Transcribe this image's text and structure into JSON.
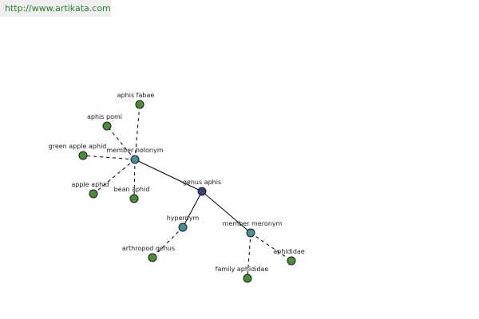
{
  "header": {
    "url": "http://www.artikata.com"
  },
  "colors": {
    "root_node": "#3b3f7a",
    "relation_node": "#4a8f96",
    "leaf_node": "#4c8a3c"
  },
  "graph": {
    "nodes": [
      {
        "id": "genus-aphis",
        "label": "genus aphis",
        "kind": "root"
      },
      {
        "id": "member-holonym",
        "label": "member holonym",
        "kind": "relation"
      },
      {
        "id": "hypernym",
        "label": "hypernym",
        "kind": "relation"
      },
      {
        "id": "member-meronym",
        "label": "member meronym",
        "kind": "relation"
      },
      {
        "id": "aphis-fabae",
        "label": "aphis fabae",
        "kind": "leaf"
      },
      {
        "id": "aphis-pomi",
        "label": "aphis pomi",
        "kind": "leaf"
      },
      {
        "id": "green-apple-aphid",
        "label": "green apple aphid",
        "kind": "leaf"
      },
      {
        "id": "apple-aphid",
        "label": "apple aphid",
        "kind": "leaf"
      },
      {
        "id": "bean-aphid",
        "label": "bean aphid",
        "kind": "leaf"
      },
      {
        "id": "arthropod-genus",
        "label": "arthropod genus",
        "kind": "leaf"
      },
      {
        "id": "family-aphididae",
        "label": "family aphididae",
        "kind": "leaf"
      },
      {
        "id": "aphididae",
        "label": "aphididae",
        "kind": "leaf"
      }
    ],
    "edges": [
      {
        "from": "genus-aphis",
        "to": "member-holonym",
        "style": "solid"
      },
      {
        "from": "genus-aphis",
        "to": "hypernym",
        "style": "solid"
      },
      {
        "from": "genus-aphis",
        "to": "member-meronym",
        "style": "solid"
      },
      {
        "from": "member-holonym",
        "to": "aphis-fabae",
        "style": "dashed"
      },
      {
        "from": "member-holonym",
        "to": "aphis-pomi",
        "style": "dashed"
      },
      {
        "from": "member-holonym",
        "to": "green-apple-aphid",
        "style": "dashed"
      },
      {
        "from": "member-holonym",
        "to": "apple-aphid",
        "style": "dashed"
      },
      {
        "from": "member-holonym",
        "to": "bean-aphid",
        "style": "dashed"
      },
      {
        "from": "hypernym",
        "to": "arthropod-genus",
        "style": "dashed"
      },
      {
        "from": "member-meronym",
        "to": "family-aphididae",
        "style": "dashed"
      },
      {
        "from": "member-meronym",
        "to": "aphididae",
        "style": "dashed"
      }
    ]
  }
}
